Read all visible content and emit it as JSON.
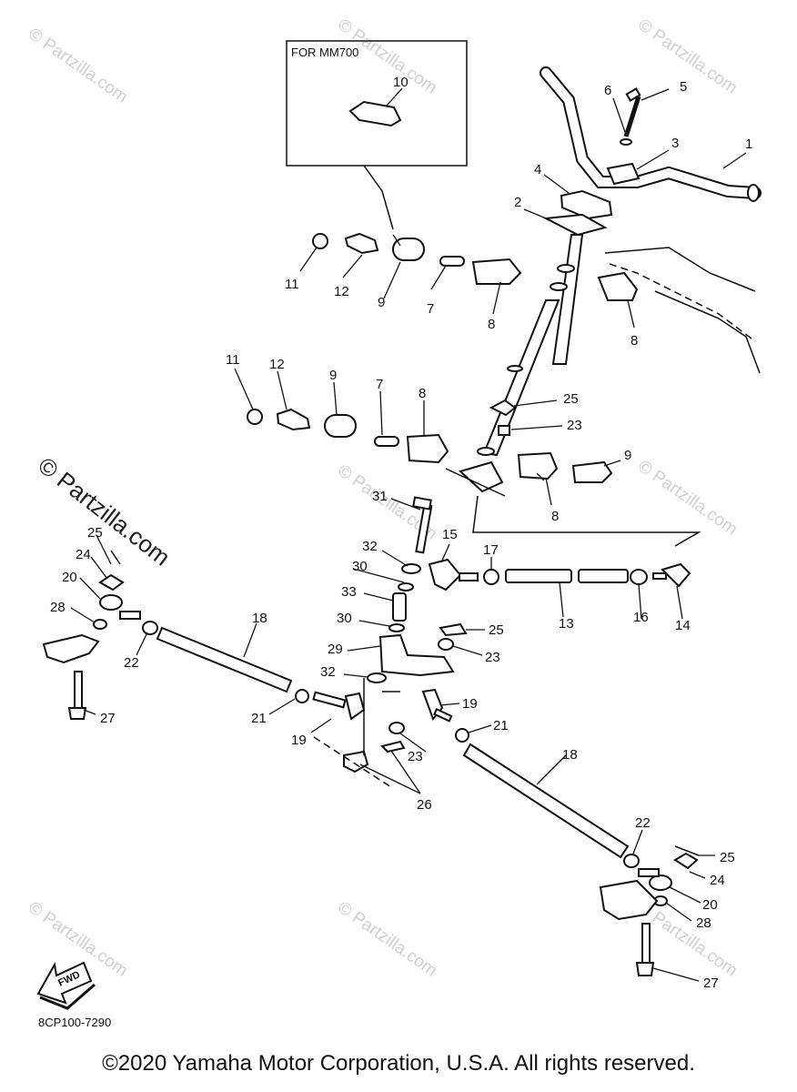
{
  "inset_title": "FOR MM700",
  "diagram_code": "8CP100-7290",
  "fwd_label": "FWD",
  "copyright": "©2020 Yamaha Motor Corporation, U.S.A. All rights reserved.",
  "watermark": "© Partzilla.com",
  "callouts": [
    "1",
    "2",
    "3",
    "4",
    "5",
    "6",
    "7",
    "8",
    "9",
    "10",
    "11",
    "12",
    "13",
    "14",
    "15",
    "16",
    "17",
    "18",
    "19",
    "20",
    "21",
    "22",
    "23",
    "24",
    "25",
    "26",
    "27",
    "28",
    "29",
    "30",
    "31",
    "32",
    "33"
  ]
}
